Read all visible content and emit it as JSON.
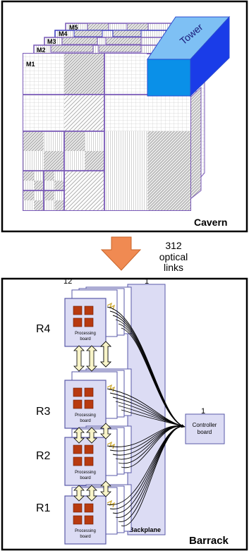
{
  "cavern": {
    "label": "Cavern",
    "layers": [
      "M1",
      "M2",
      "M3",
      "M4",
      "M5"
    ],
    "tower_label": "Tower",
    "tower_color": "#0a7ae0"
  },
  "link": {
    "count": "312",
    "text1": "optical",
    "text2": "links",
    "arrow_color": "#f08a52"
  },
  "barrack": {
    "label": "Barrack",
    "board_count": "12",
    "backplane_count": "1",
    "backplane_label": "Backplane",
    "controller_count": "1",
    "controller_label1": "Controller",
    "controller_label2": "board",
    "board_label1": "Processing",
    "board_label2": "board",
    "rows": [
      "R4",
      "R3",
      "R2",
      "R1"
    ],
    "chip_color": "#b83a10",
    "panel_fill": "#dcdcf4",
    "link_arrow_fill": "#f8f4c8"
  }
}
